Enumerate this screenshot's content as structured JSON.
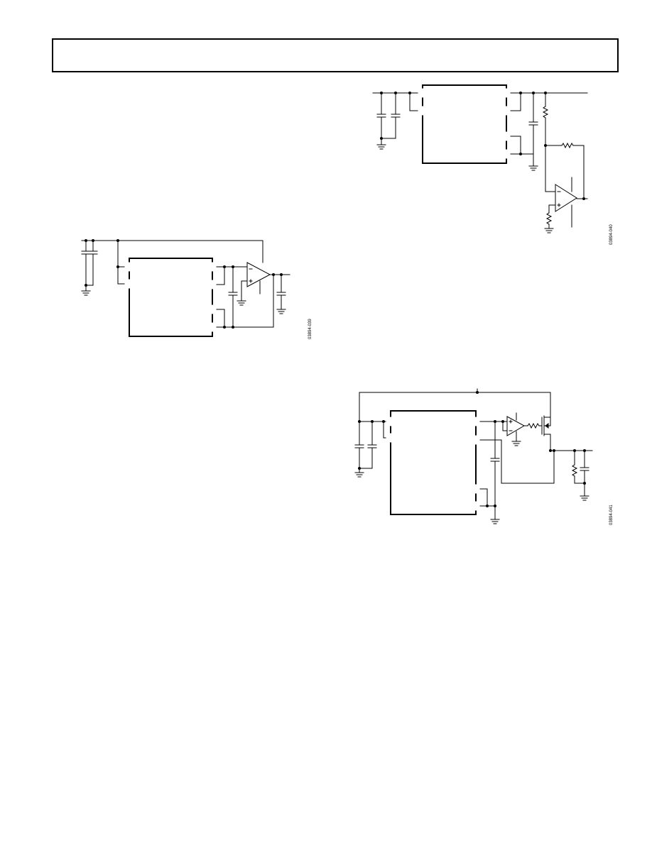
{
  "page": {
    "header": {
      "text": ""
    }
  },
  "figures": [
    {
      "id": "fig-left",
      "code": "03894-039"
    },
    {
      "id": "fig-top-right",
      "code": "03894-040"
    },
    {
      "id": "fig-bottom-right",
      "code": "03894-041"
    }
  ],
  "colors": {
    "ink": "#000000",
    "background": "#ffffff"
  }
}
